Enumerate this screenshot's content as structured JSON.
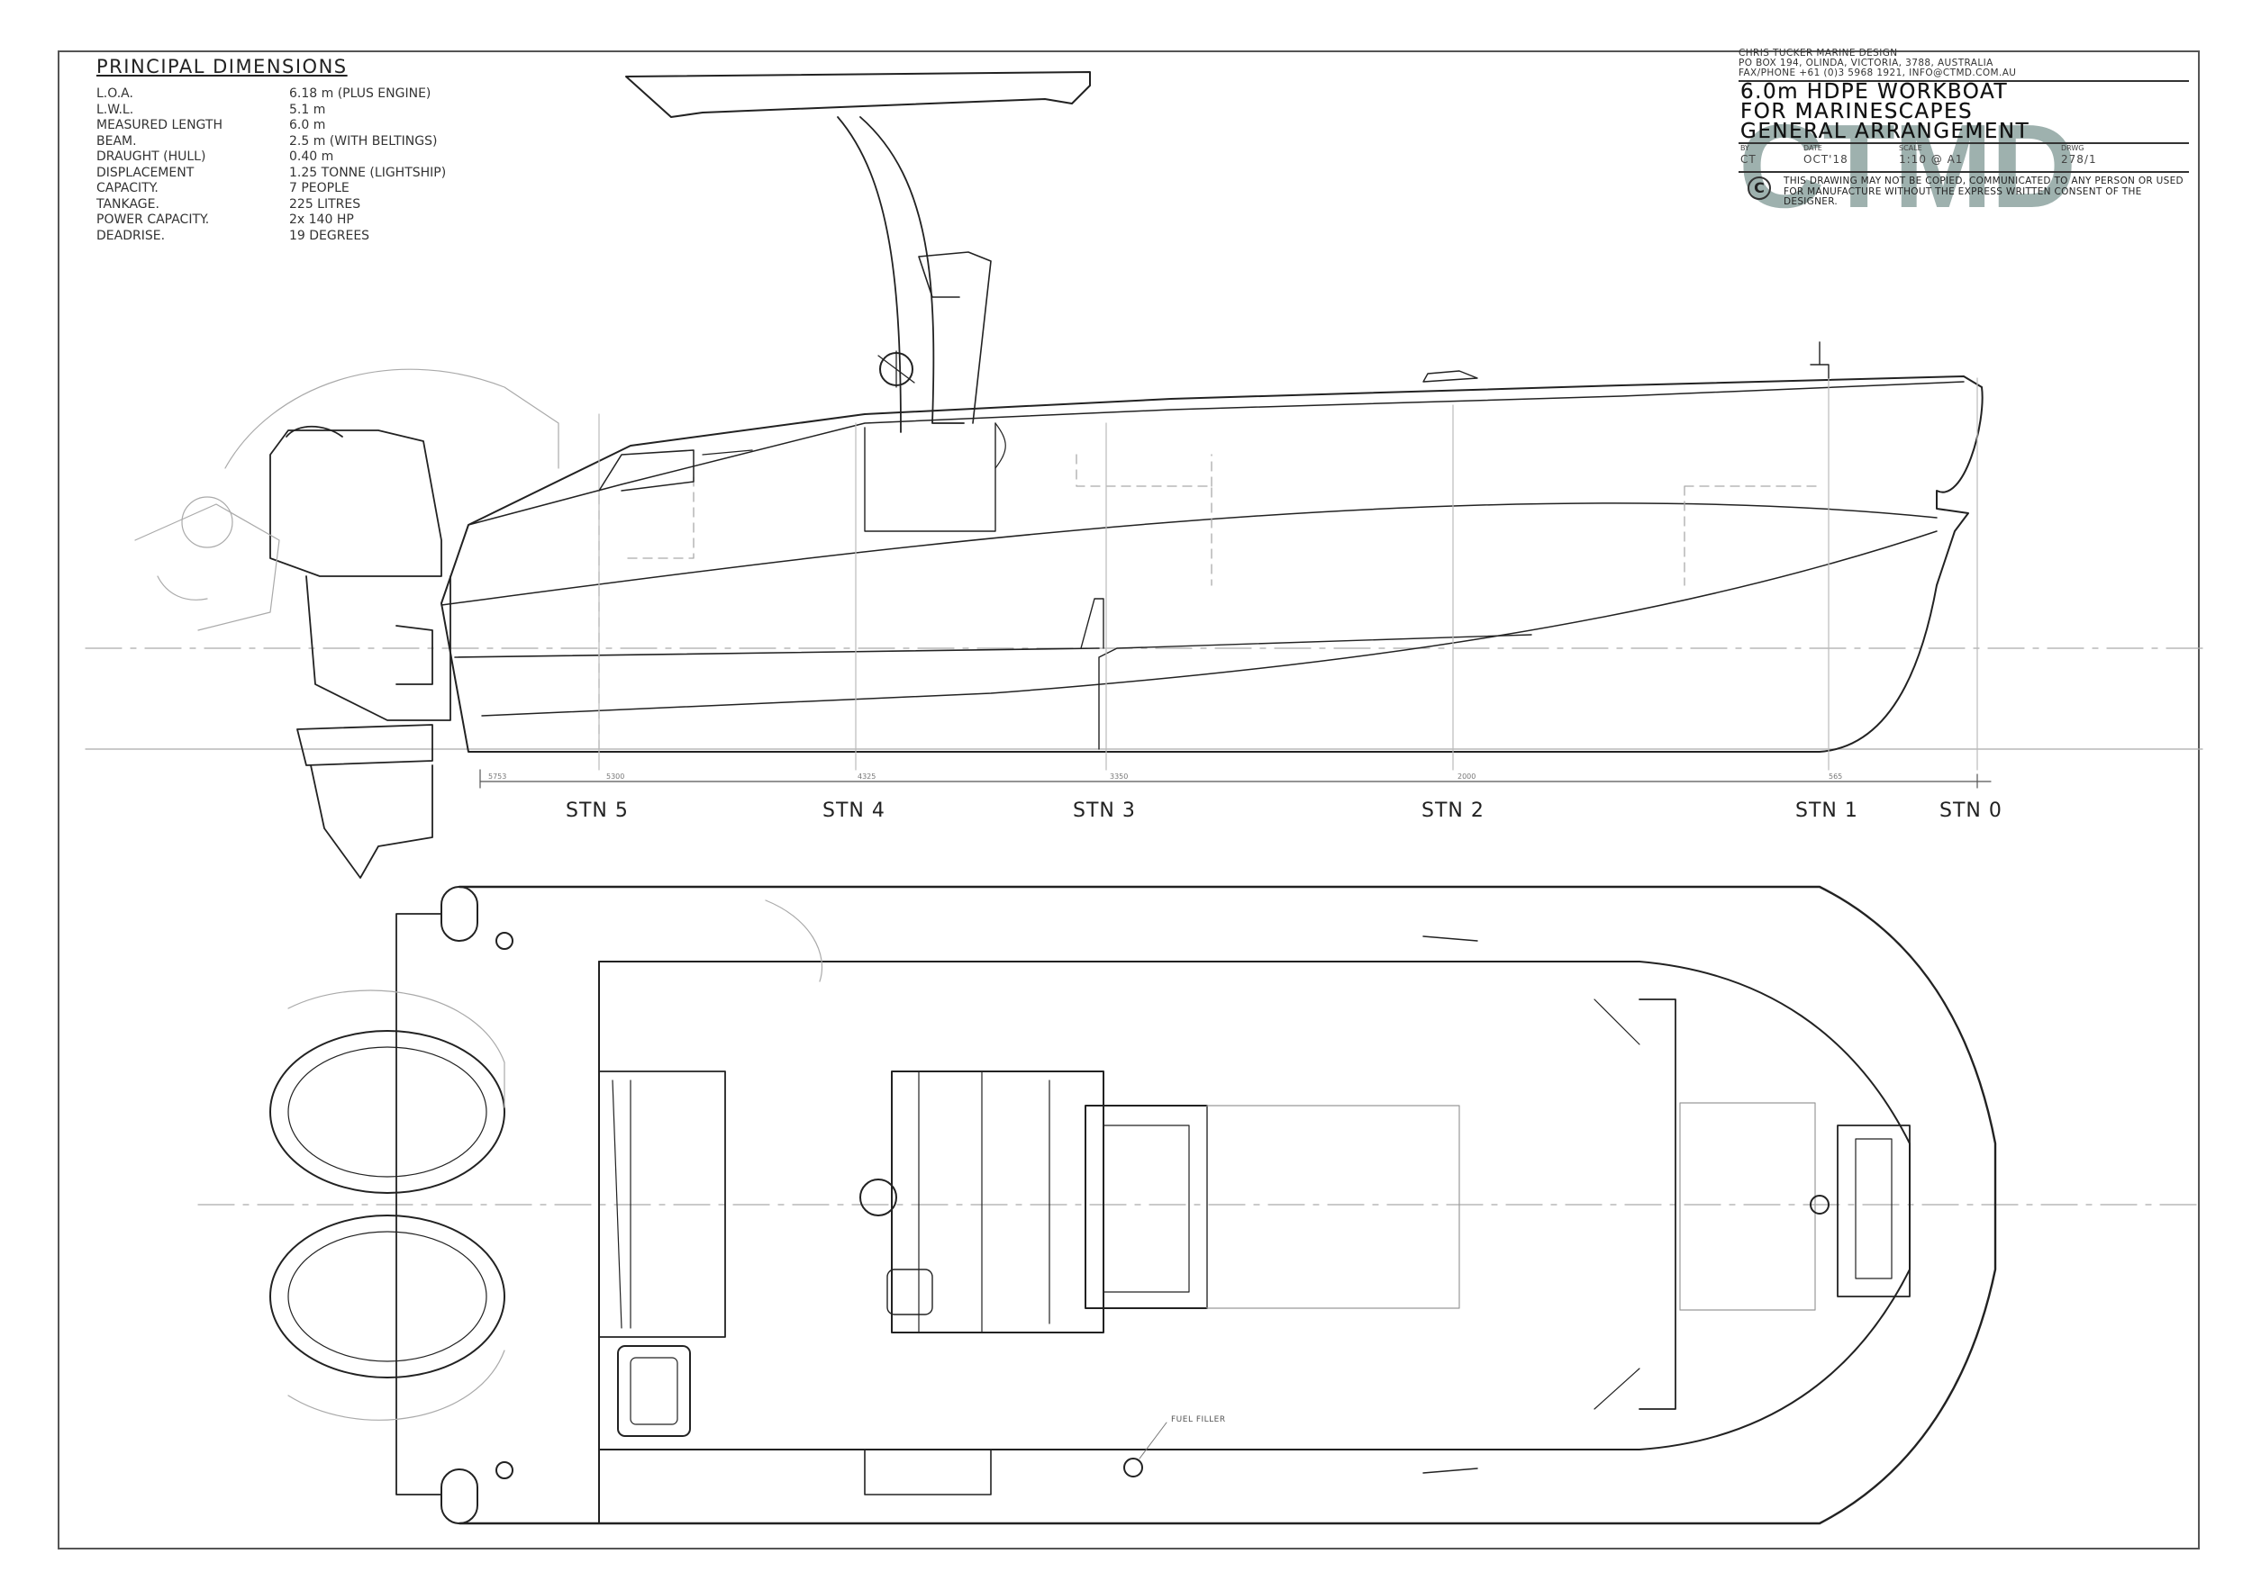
{
  "principal_dimensions": {
    "title": "PRINCIPAL DIMENSIONS",
    "rows": [
      {
        "label": "L.O.A.",
        "value": "6.18 m (PLUS ENGINE)"
      },
      {
        "label": "L.W.L.",
        "value": "5.1 m"
      },
      {
        "label": "MEASURED LENGTH",
        "value": "6.0 m"
      },
      {
        "label": "BEAM.",
        "value": "2.5 m (WITH BELTINGS)"
      },
      {
        "label": "DRAUGHT (HULL)",
        "value": "0.40 m"
      },
      {
        "label": "DISPLACEMENT",
        "value": "1.25 TONNE (LIGHTSHIP)"
      },
      {
        "label": "CAPACITY.",
        "value": "7 PEOPLE"
      },
      {
        "label": "TANKAGE.",
        "value": "225 LITRES"
      },
      {
        "label": "POWER CAPACITY.",
        "value": "2x 140 HP"
      },
      {
        "label": "DEADRISE.",
        "value": "19 DEGREES"
      }
    ]
  },
  "title_block": {
    "company": "CHRIS TUCKER MARINE DESIGN",
    "address": "PO BOX 194, OLINDA, VICTORIA, 3788, AUSTRALIA",
    "contact": "FAX/PHONE +61 (0)3 5968 1921, INFO@CTMD.COM.AU",
    "title_lines": [
      "6.0m HDPE WORKBOAT",
      "FOR MARINESCAPES",
      "GENERAL ARRANGEMENT"
    ],
    "logo_text": "CTMD",
    "meta": {
      "by_label": "BY",
      "by": "CT",
      "date_label": "DATE",
      "date": "OCT'18",
      "scale_label": "SCALE",
      "scale": "1:10 @ A1",
      "drwg_label": "DRWG",
      "drwg": "278/1"
    },
    "copyright_symbol": "C",
    "copyright": "THIS DRAWING MAY NOT BE COPIED, COMMUNICATED TO ANY PERSON OR USED FOR MANUFACTURE WITHOUT THE EXPRESS WRITTEN CONSENT OF THE DESIGNER."
  },
  "stations": [
    {
      "label": "STN 5",
      "dim": "5300"
    },
    {
      "label": "STN 4",
      "dim": "4325"
    },
    {
      "label": "STN 3",
      "dim": "3350"
    },
    {
      "label": "STN 2",
      "dim": "2000"
    },
    {
      "label": "STN 1",
      "dim": "565"
    },
    {
      "label": "STN 0",
      "dim": ""
    }
  ],
  "transom_dim": "5753",
  "plan_notes": {
    "fuel_filler": "FUEL FILLER"
  },
  "colors": {
    "line": "#222222",
    "faint": "#aaaaaa",
    "logo": "#9eb1ae"
  }
}
